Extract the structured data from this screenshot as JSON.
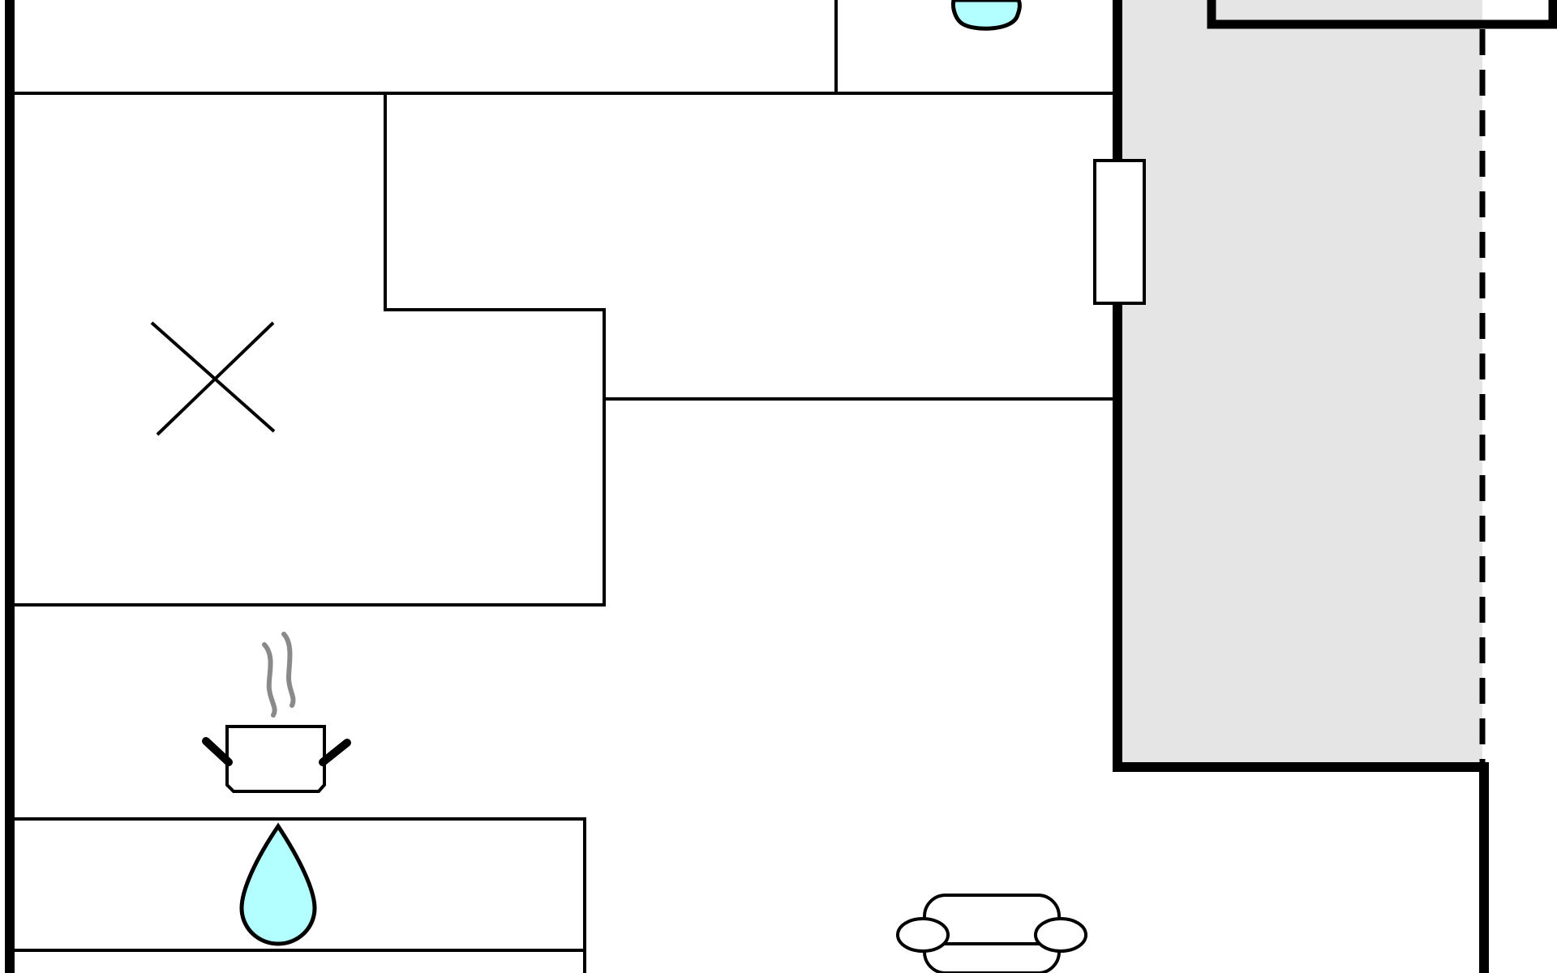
{
  "plan": {
    "colors": {
      "background": "#ffffff",
      "line": "#000000",
      "terrace": "#e5e5e5",
      "water": "#b3ffff",
      "steam": "#8a8a8a"
    },
    "rooms": [
      "bathroom-top",
      "hall",
      "storage-x",
      "kitchen",
      "living-area",
      "terrace"
    ],
    "icons": [
      "water-drop-icon",
      "water-drop-icon",
      "radiator-icon",
      "cross-mark-icon",
      "cooking-pot-icon",
      "steam-icon",
      "sofa-icon"
    ]
  }
}
